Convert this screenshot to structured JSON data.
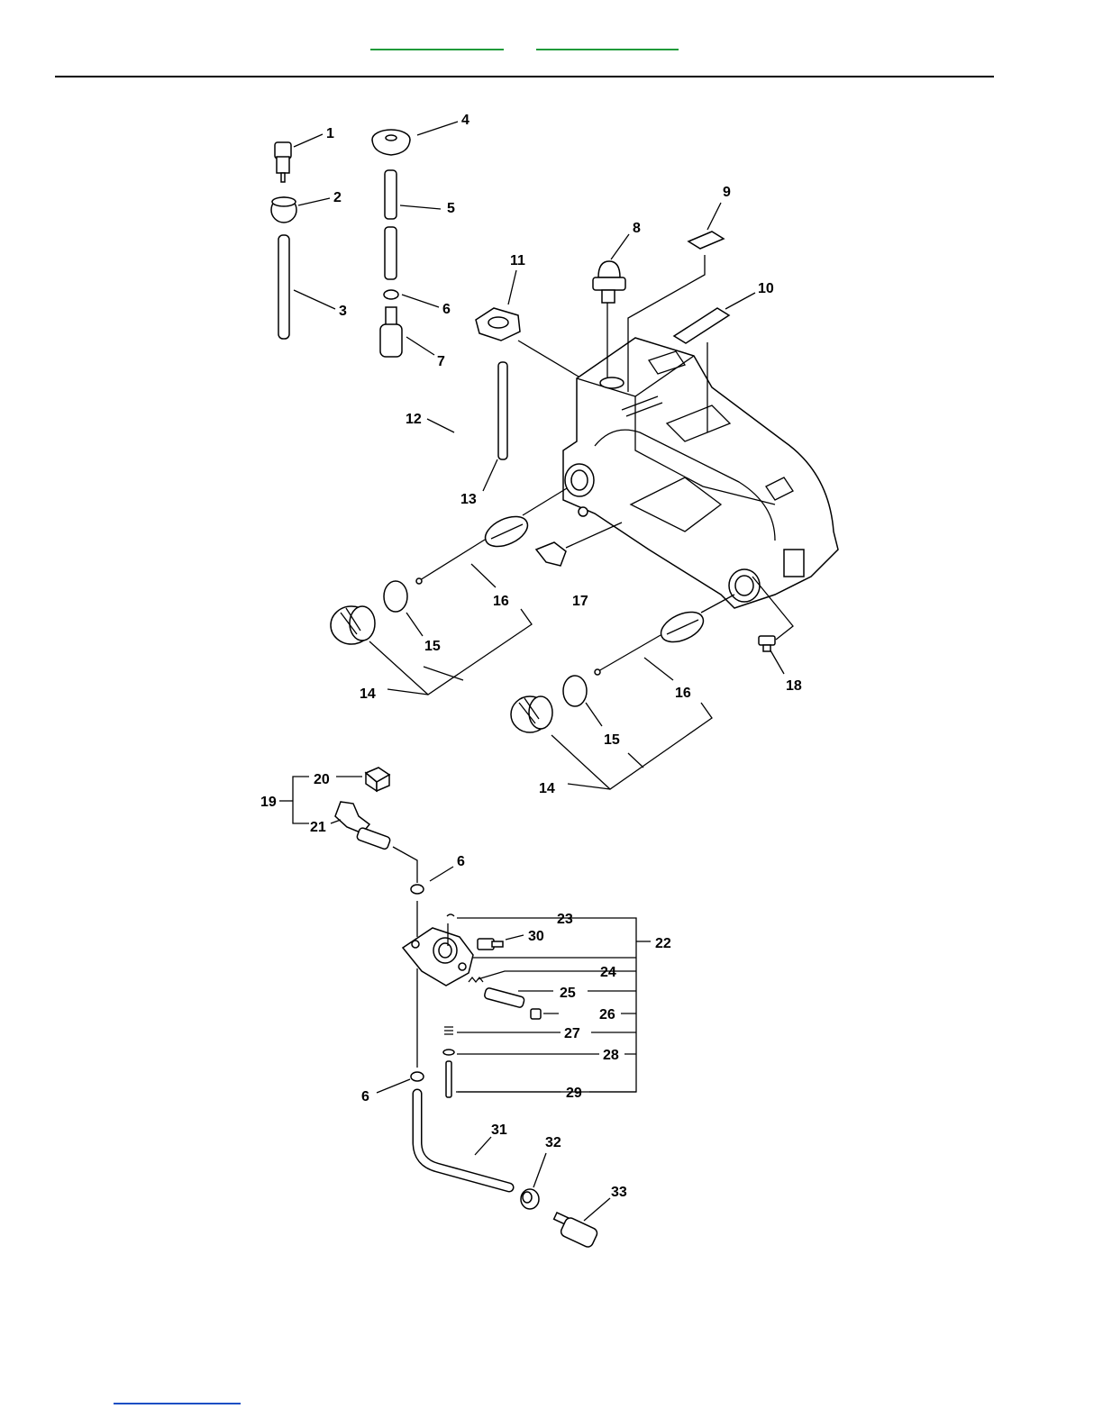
{
  "header": {
    "links": [
      "",
      ""
    ]
  },
  "footer": {
    "link": ""
  },
  "diagram": {
    "labels": [
      "1",
      "2",
      "3",
      "4",
      "5",
      "6",
      "7",
      "8",
      "9",
      "10",
      "11",
      "12",
      "13",
      "14",
      "15",
      "16",
      "17",
      "14",
      "15",
      "16",
      "18",
      "19",
      "20",
      "21",
      "6",
      "23",
      "22",
      "30",
      "24",
      "25",
      "26",
      "27",
      "28",
      "29",
      "6",
      "31",
      "32",
      "33"
    ]
  }
}
